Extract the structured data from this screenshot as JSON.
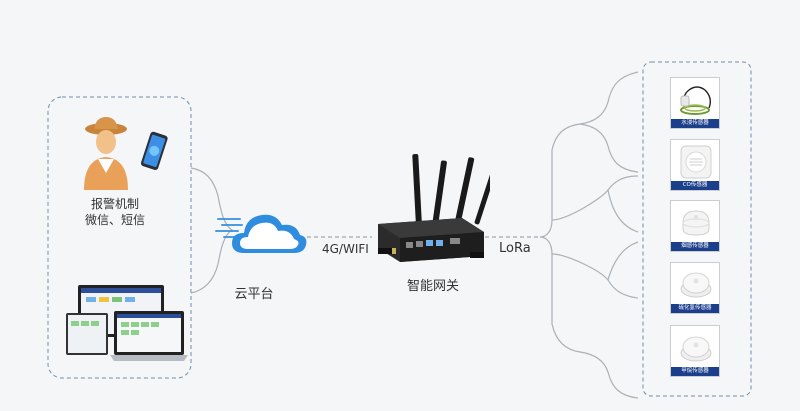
{
  "notify": {
    "label_line1": "报警机制",
    "label_line2": "微信、短信"
  },
  "cloud": {
    "label": "云平台"
  },
  "link_cloud_gateway": {
    "label": "4G/WIFI"
  },
  "gateway": {
    "label": "智能网关"
  },
  "link_gateway_sensors": {
    "label": "LoRa"
  },
  "sensors": [
    {
      "name": "水浸传感器",
      "icon": "water-leak-sensor-icon"
    },
    {
      "name": "CO传感器",
      "icon": "co-sensor-icon"
    },
    {
      "name": "烟感传感器",
      "icon": "smoke-sensor-icon"
    },
    {
      "name": "硫化氢传感器",
      "icon": "h2s-sensor-icon"
    },
    {
      "name": "甲烷传感器",
      "icon": "methane-sensor-icon"
    }
  ],
  "colors": {
    "dashed_border": "#6f8fa8",
    "connector": "#a9b1b8",
    "sensor_caption_bg": "#1c3f8c",
    "cloud_blue": "#2f8de0"
  }
}
